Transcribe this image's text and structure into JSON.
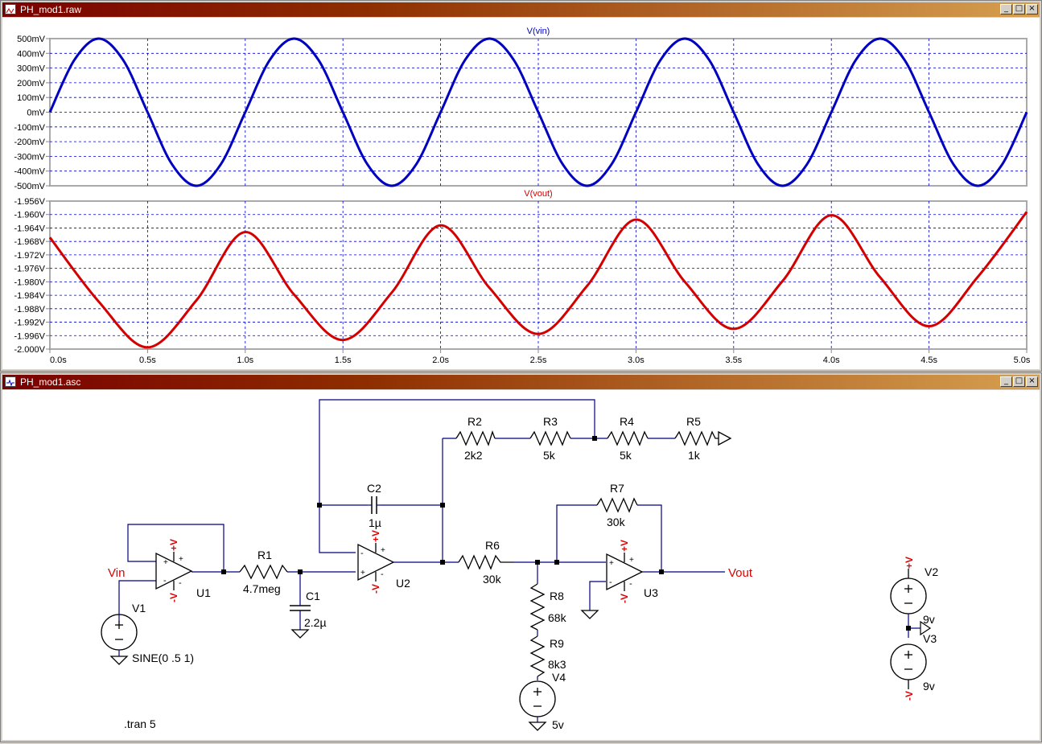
{
  "plot_window": {
    "title": "PH_mod1.raw",
    "buttons": {
      "minimize": "_",
      "maximize": "□",
      "close": "×"
    }
  },
  "schematic_window": {
    "title": "PH_mod1.asc",
    "buttons": {
      "minimize": "_",
      "maximize": "□",
      "close": "×"
    }
  },
  "chart_data": [
    {
      "type": "line",
      "title": "V(vin)",
      "ylim": [
        -500,
        500
      ],
      "yunit": "mV",
      "ytick_labels": [
        "500mV",
        "400mV",
        "300mV",
        "200mV",
        "100mV",
        "0mV",
        "-100mV",
        "-200mV",
        "-300mV",
        "-400mV",
        "-500mV"
      ],
      "xlim": [
        0,
        5
      ],
      "grid": true,
      "color": "#0000c0",
      "series": [
        {
          "name": "V(vin)",
          "x": [
            0,
            0.125,
            0.25,
            0.375,
            0.5,
            0.625,
            0.75,
            0.875,
            1,
            1.125,
            1.25,
            1.375,
            1.5,
            1.625,
            1.75,
            1.875,
            2,
            2.125,
            2.25,
            2.375,
            2.5,
            2.625,
            2.75,
            2.875,
            3,
            3.125,
            3.25,
            3.375,
            3.5,
            3.625,
            3.75,
            3.875,
            4,
            4.125,
            4.25,
            4.375,
            4.5,
            4.625,
            4.75,
            4.875,
            5
          ],
          "y": [
            0,
            354,
            500,
            354,
            0,
            -354,
            -500,
            -354,
            0,
            354,
            500,
            354,
            0,
            -354,
            -500,
            -354,
            0,
            354,
            500,
            354,
            0,
            -354,
            -500,
            -354,
            0,
            354,
            500,
            354,
            0,
            -354,
            -500,
            -354,
            0,
            354,
            500,
            354,
            0,
            -354,
            -500,
            -354,
            0
          ]
        }
      ]
    },
    {
      "type": "line",
      "title": "V(vout)",
      "ylim": [
        -2.0,
        -1.956
      ],
      "yunit": "V",
      "ytick_labels": [
        "-1.956V",
        "-1.960V",
        "-1.964V",
        "-1.968V",
        "-1.972V",
        "-1.976V",
        "-1.980V",
        "-1.984V",
        "-1.988V",
        "-1.992V",
        "-1.996V",
        "-2.000V"
      ],
      "xlim": [
        0,
        5
      ],
      "xtick_labels": [
        "0.0s",
        "0.5s",
        "1.0s",
        "1.5s",
        "2.0s",
        "2.5s",
        "3.0s",
        "3.5s",
        "4.0s",
        "4.5s",
        "5.0s"
      ],
      "grid": true,
      "color": "#d40000",
      "series": [
        {
          "name": "V(vout)",
          "x": [
            0,
            0.25,
            0.5,
            0.75,
            1.0,
            1.25,
            1.5,
            1.75,
            2.0,
            2.25,
            2.5,
            2.75,
            3.0,
            3.25,
            3.5,
            3.75,
            4.0,
            4.25,
            4.5,
            4.75,
            5.0
          ],
          "y": [
            -1.9668,
            -1.9859,
            -1.9995,
            -1.9855,
            -1.9652,
            -1.9838,
            -1.9973,
            -1.9832,
            -1.9632,
            -1.9818,
            -1.9955,
            -1.9812,
            -1.9615,
            -1.98,
            -1.994,
            -1.9798,
            -1.9602,
            -1.9787,
            -1.9932,
            -1.9785,
            -1.9592
          ]
        }
      ]
    }
  ],
  "schematic": {
    "labels": {
      "vin": "Vin",
      "vout": "Vout",
      "r1": "R1",
      "r1_val": "4.7meg",
      "c1": "C1",
      "c1_val": "2.2µ",
      "c2": "C2",
      "c2_val": "1µ",
      "r2": "R2",
      "r2_val": "2k2",
      "r3": "R3",
      "r3_val": "5k",
      "r4": "R4",
      "r4_val": "5k",
      "r5": "R5",
      "r5_val": "1k",
      "r6": "R6",
      "r6_val": "30k",
      "r7": "R7",
      "r7_val": "30k",
      "r8": "R8",
      "r8_val": "68k",
      "r9": "R9",
      "r9_val": "8k3",
      "u1": "U1",
      "u2": "U2",
      "u3": "U3",
      "v1": "V1",
      "v1_val": "SINE(0 .5 1)",
      "v2": "V2",
      "v2_val": "9v",
      "v3": "V3",
      "v3_val": "9v",
      "v4": "V4",
      "v4_val": "5v",
      "tran": ".tran 5",
      "plus_v": "+V",
      "minus_v": "-V",
      "plus": "+",
      "minus": "-"
    },
    "colors": {
      "wire": "#000080",
      "component": "#000000",
      "label": "#e00000",
      "pin_power": "#e00000"
    }
  }
}
